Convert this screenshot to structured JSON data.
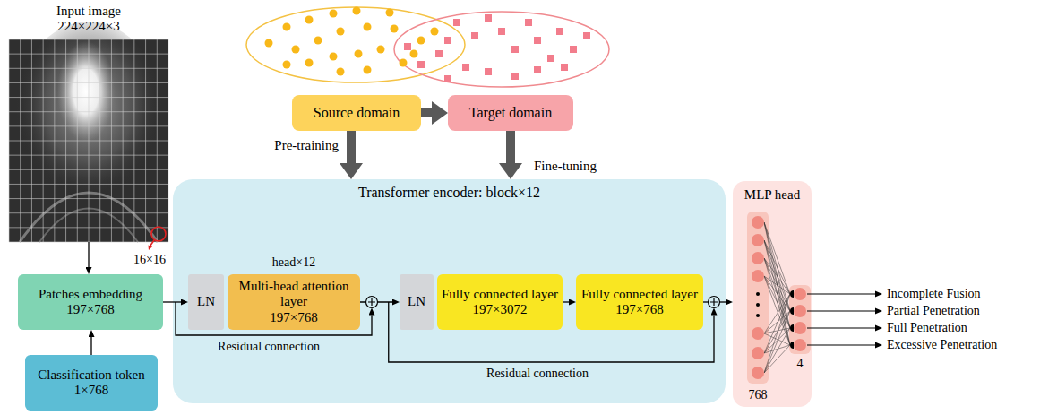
{
  "diagram": {
    "nodes": [
      {
        "text": [
          "Input image 224×224×3"
        ]
      },
      {
        "text": [
          "Source domain"
        ]
      },
      {
        "text": [
          "Target domain"
        ]
      },
      {
        "text": [
          "Patches embedding",
          "197×768"
        ]
      },
      {
        "text": [
          "Classification token",
          "1×768"
        ]
      },
      {
        "text": [
          "Transformer encoder: block×12"
        ]
      },
      {
        "text": [
          "LN"
        ],
        "in": 5
      },
      {
        "text": [
          "Multi-head attention layer",
          "197×768"
        ],
        "in": 5
      },
      {
        "text": [
          "LN"
        ],
        "in": 5
      },
      {
        "text": [
          "Fully connected layer",
          "197×3072"
        ],
        "in": 5
      },
      {
        "text": [
          "Fully connected layer",
          "197×768"
        ],
        "in": 5
      },
      {
        "text": [
          "MLP head"
        ]
      }
    ],
    "edges": [
      {
        "from": 0,
        "to": 3,
        "arrow": "to"
      },
      {
        "from": 4,
        "to": 3,
        "arrow": "to"
      },
      {
        "from": 1,
        "to": 2,
        "arrow": "to"
      },
      {
        "from": 1,
        "to": 5,
        "label": "Pre-training",
        "arrow": "to"
      },
      {
        "from": 2,
        "to": 5,
        "label": "Fine-tuning",
        "arrow": "to"
      },
      {
        "from": 3,
        "to": 6,
        "arrow": "to"
      },
      {
        "from": 7,
        "to": 8,
        "arrow": "to"
      },
      {
        "from": 9,
        "to": 10,
        "arrow": "to"
      },
      {
        "from": 10,
        "to": 11,
        "arrow": "to"
      }
    ],
    "labels": [
      "16×16",
      "head×12",
      "Residual connection",
      "Residual connection",
      "768",
      "4",
      "Incomplete Fusion",
      "Partial Penetration",
      "Full Penetration",
      "Excessive Penetration"
    ]
  }
}
